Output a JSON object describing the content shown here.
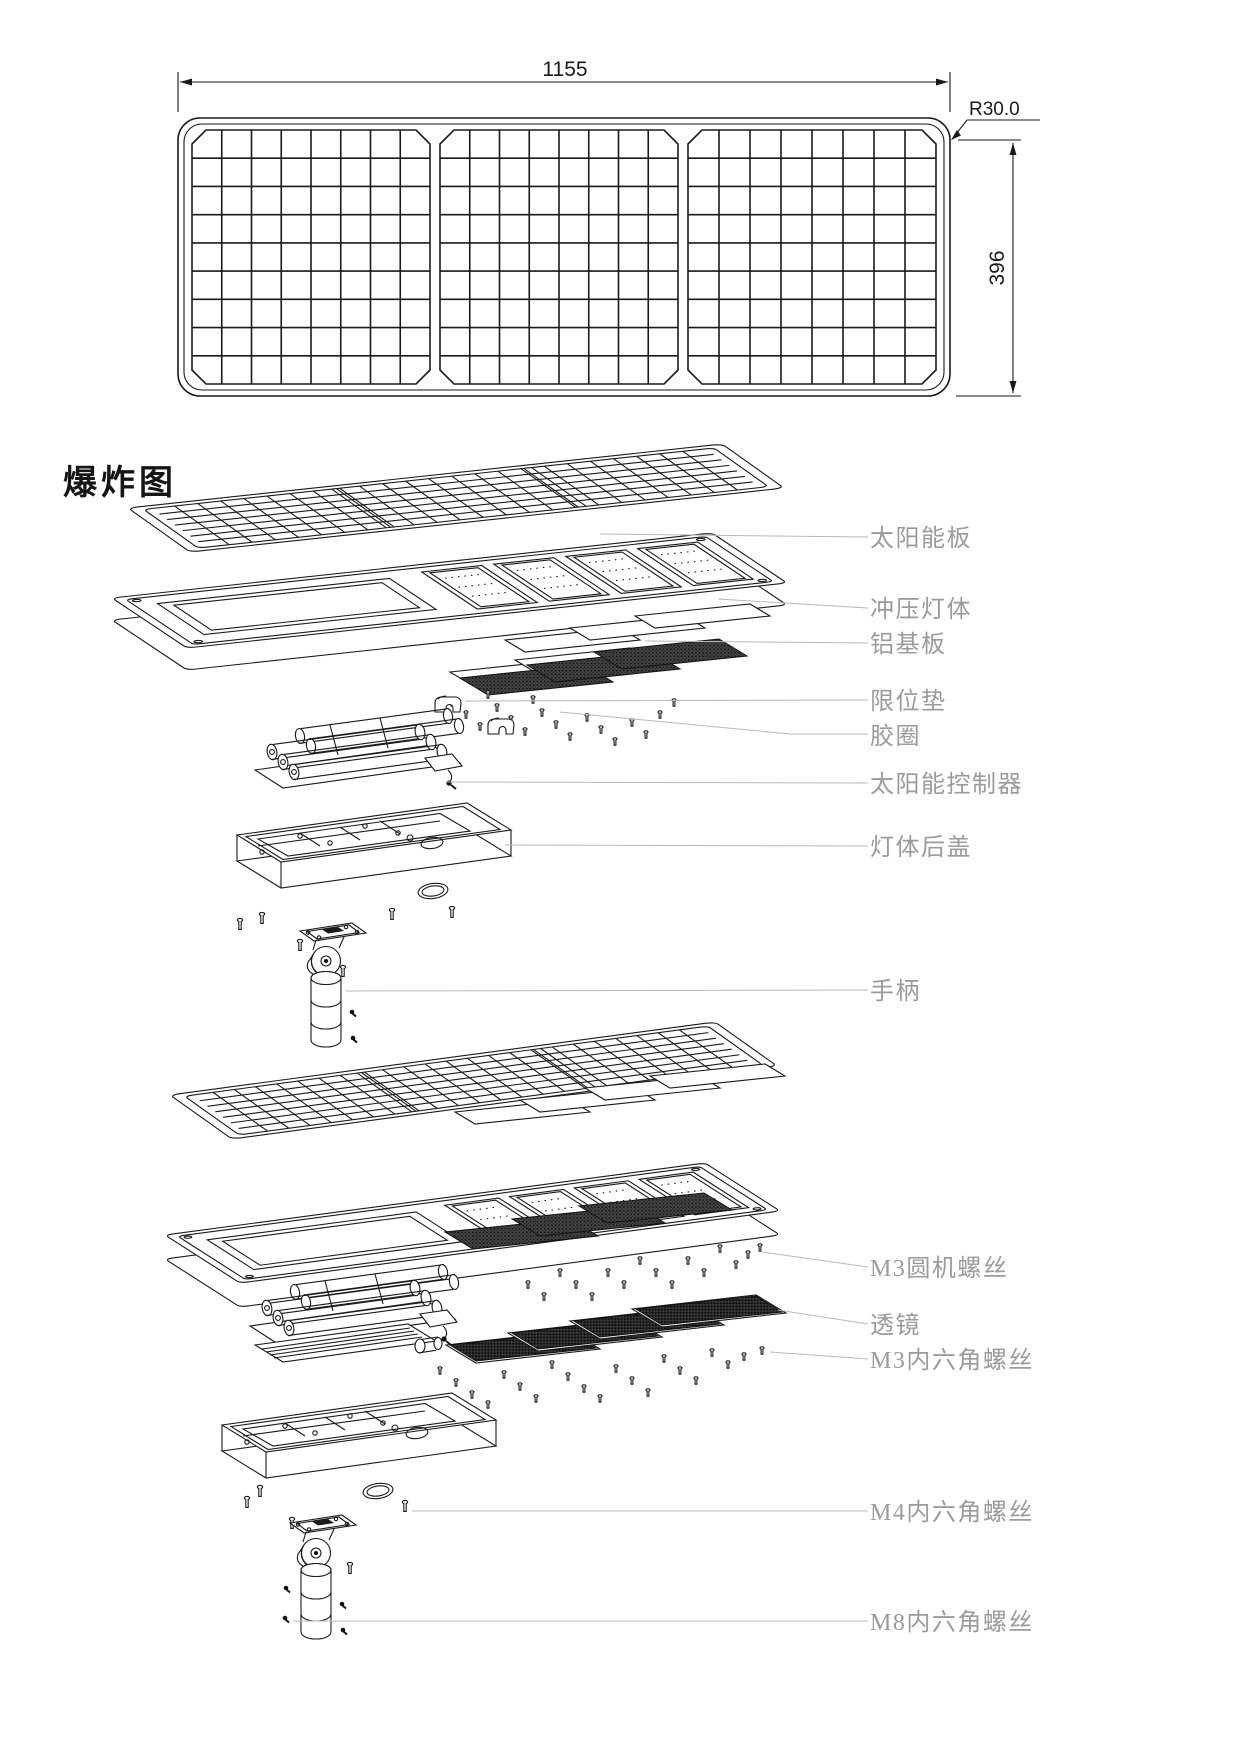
{
  "dimension_drawing": {
    "width_label": "1155",
    "height_label": "396",
    "corner_radius_label": "R30.0"
  },
  "exploded_view": {
    "title": "爆炸图",
    "labels": [
      {
        "text": "太阳能板"
      },
      {
        "text": "冲压灯体"
      },
      {
        "text": "铝基板"
      },
      {
        "text": "限位垫"
      },
      {
        "text": "胶圈"
      },
      {
        "text": "太阳能控制器"
      },
      {
        "text": "灯体后盖"
      },
      {
        "text": "手柄"
      },
      {
        "text": "M3圆机螺丝"
      },
      {
        "text": "透镜"
      },
      {
        "text": "M3内六角螺丝"
      },
      {
        "text": "M4内六角螺丝"
      },
      {
        "text": "M8内六角螺丝"
      }
    ]
  },
  "colors": {
    "line": "#1a1a1a",
    "label_text": "#9b9b9b",
    "leader_line": "#b9b9b9",
    "background": "#ffffff"
  }
}
